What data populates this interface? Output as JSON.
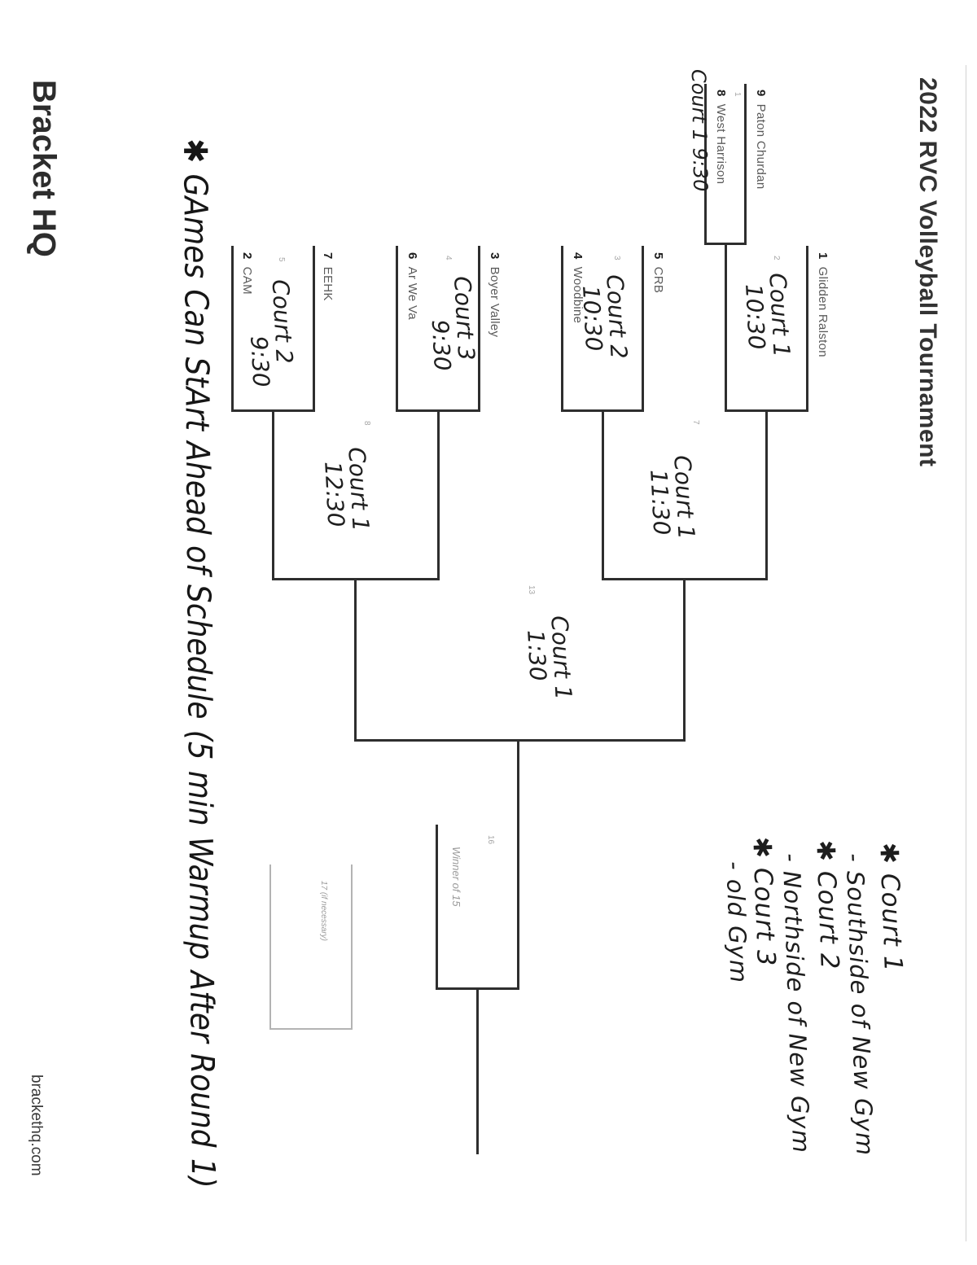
{
  "header": {
    "title": "2022 RVC Volleyball Tournament"
  },
  "brand": {
    "logo": "Bracket HQ",
    "url": "brackethq.com"
  },
  "colors": {
    "bracket_line": "#2e2e2e",
    "consolation_line": "#b3b3b3",
    "seed": "#1c1c1c",
    "team": "#5a5a5a",
    "handwriting": "#1f1f1f",
    "placeholder": "#9b9b9b"
  },
  "bracket": {
    "slots": [
      {
        "seed": "9",
        "team": "Paton Churdan"
      },
      {
        "seed": "8",
        "team": "West Harrison"
      },
      {
        "seed": "1",
        "team": "Glidden Ralston"
      },
      {
        "seed": "5",
        "team": "CRB"
      },
      {
        "seed": "4",
        "team": "Woodbine"
      },
      {
        "seed": "3",
        "team": "Boyer Valley"
      },
      {
        "seed": "6",
        "team": "Ar We Va"
      },
      {
        "seed": "7",
        "team": "EEHK"
      },
      {
        "seed": "2",
        "team": "CAM"
      }
    ],
    "game_numbers": {
      "g1": "1",
      "g2": "2",
      "g3": "3",
      "g4": "4",
      "g5": "5",
      "g7": "7",
      "g8": "8",
      "g13": "13",
      "g16": "16"
    },
    "placeholders": {
      "winner_of_15": "Winner of 15",
      "if_necessary": "17 (if necessary)"
    }
  },
  "handwriting": {
    "g1": "Court 1    9:30",
    "g2": {
      "l1": "Court 1",
      "l2": "10:30"
    },
    "g3": {
      "l1": "Court 2",
      "l2": "10:30"
    },
    "g4": {
      "l1": "Court 3",
      "l2": "9:30"
    },
    "g5": {
      "l1": "Court 2",
      "l2": "9:30"
    },
    "g7": {
      "l1": "Court 1",
      "l2": "11:30"
    },
    "g8": {
      "l1": "Court 1",
      "l2": "12:30"
    },
    "g13": {
      "l1": "Court 1",
      "l2": "1:30"
    },
    "legend": [
      {
        "court": "✱ Court 1",
        "location": "- Southside of New Gym"
      },
      {
        "court": "✱ Court 2",
        "location": "- Northside of New Gym"
      },
      {
        "court": "✱ Court 3",
        "location": "- old Gym"
      }
    ],
    "schedule_note": "✱ GAmes  Can  StArt  Ahead of  Schedule (5 min Warmup After Round 1)"
  }
}
